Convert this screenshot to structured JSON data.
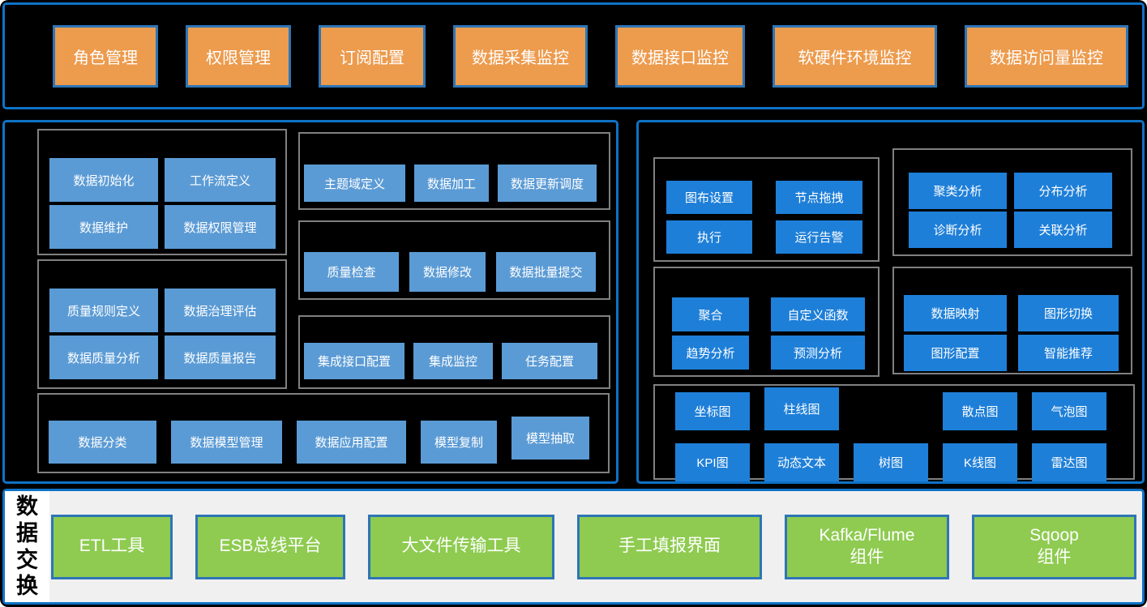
{
  "colors": {
    "section_border_blue": "#0F72C5",
    "box_border_blue": "#2E75B6",
    "orange": "#ED9B4D",
    "light_blue": "#5B9BD5",
    "bright_blue": "#1E7FD8",
    "green": "#8ECB50",
    "group_border_gray": "#808080",
    "bottom_background": "#F0F0F0",
    "page_background": "#000000"
  },
  "top_bar": {
    "items": [
      "角色管理",
      "权限管理",
      "订阅配置",
      "数据采集监控",
      "数据接口监控",
      "软硬件环境监控",
      "数据访问量监控"
    ]
  },
  "left_panel": {
    "basic_group": [
      "数据初始化",
      "工作流定义",
      "数据维护",
      "数据权限管理"
    ],
    "quality_group": [
      "质量规则定义",
      "数据治理评估",
      "数据质量分析",
      "数据质量报告"
    ],
    "subject_group": [
      "主题域定义",
      "数据加工",
      "数据更新调度"
    ],
    "check_group": [
      "质量检查",
      "数据修改",
      "数据批量提交"
    ],
    "integration_group": [
      "集成接口配置",
      "集成监控",
      "任务配置"
    ],
    "model_group": [
      "数据分类",
      "数据模型管理",
      "数据应用配置",
      "模型复制",
      "模型抽取"
    ]
  },
  "right_panel": {
    "canvas_group": [
      "图布设置",
      "节点拖拽",
      "执行",
      "运行告警"
    ],
    "compute_group": [
      "聚合",
      "自定义函数",
      "趋势分析",
      "预测分析"
    ],
    "analysis_group": [
      "聚类分析",
      "分布分析",
      "诊断分析",
      "关联分析"
    ],
    "visual_group": [
      "数据映射",
      "图形切换",
      "图形配置",
      "智能推荐"
    ],
    "chart_group_row1": [
      "坐标图",
      "柱线图",
      "散点图",
      "气泡图"
    ],
    "chart_group_row2": [
      "KPI图",
      "动态文本",
      "树图",
      "K线图",
      "雷达图"
    ]
  },
  "bottom_bar": {
    "label": "数据交换",
    "items": [
      {
        "label": "ETL工具"
      },
      {
        "label": "ESB总线平台"
      },
      {
        "label": "大文件传输工具"
      },
      {
        "label": "手工填报界面"
      },
      {
        "label": "Kafka/Flume",
        "label2": "组件"
      },
      {
        "label": "Sqoop",
        "label2": "组件"
      }
    ]
  }
}
